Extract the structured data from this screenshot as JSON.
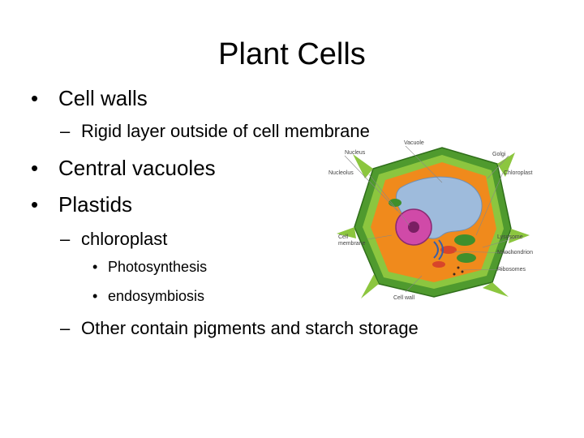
{
  "slide": {
    "title": "Plant Cells",
    "bullet_char": "•",
    "dash_char": "–",
    "items": [
      {
        "text": "Cell walls"
      },
      {
        "text": "Rigid layer outside of cell membrane"
      },
      {
        "text": "Central vacuoles"
      },
      {
        "text": "Plastids"
      },
      {
        "text": "chloroplast"
      },
      {
        "text": "Photosynthesis"
      },
      {
        "text": "endosymbiosis"
      },
      {
        "text": "Other contain pigments and starch storage"
      }
    ]
  },
  "diagram": {
    "labels": {
      "nucleus": "Nucleus",
      "vacuole": "Vacuole",
      "golgi": "Golgi",
      "nucleolus": "Nucleolus",
      "chloroplast": "Chloroplast",
      "cell_membrane_1": "Cell",
      "cell_membrane_2": "membrane",
      "lysosome": "Lysosome",
      "mitochondrion": "Mitochondrion",
      "ribosomes": "Ribosomes",
      "cell_wall": "Cell wall"
    },
    "colors": {
      "cell_wall": "#4f9a2e",
      "cell_wall_light": "#8cc63f",
      "cytoplasm": "#f08a1c",
      "vacuole": "#9ebbdc",
      "nucleus": "#d04aa8",
      "chloroplast": "#3f8f2c",
      "mitochondrion": "#d8452a"
    }
  }
}
